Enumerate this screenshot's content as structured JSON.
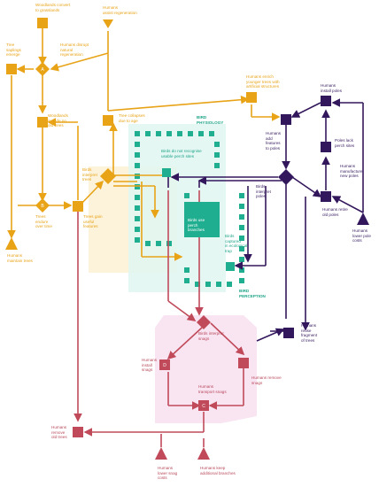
{
  "colors": {
    "orange": "#e8a317",
    "purple": "#33175c",
    "red": "#c04a5a",
    "teal": "#1fae8f",
    "pink_halo": "#f7dff0",
    "teal_halo": "#d6f4ee",
    "orange_halo": "#fbebc4"
  },
  "labels": {
    "woodlands_convert": "Woodlands convert\nto grasslands",
    "humans_assist_regen": "Humans\nassist regeneration",
    "tree_saplings_emerge": "Tree\nsaplings\nemerge",
    "humans_disrupt": "Humans disrupt\nnatural\nregeneration",
    "woodlands_include": "Woodlands\ninclude no\nold trees",
    "humans_enrich": "Humans enrich\nyounger trees with\nartificial structures",
    "humans_install_poles": "Humans\ninstall poles",
    "tree_collapses": "Tree collapses\ndue to age",
    "humans_add_features": "Humans\nadd\nfeatures\nto poles",
    "poles_lack_perch": "Poles lack\nperch sites",
    "birds_interpret_trees": "Birds\ninterpret\ntrees",
    "birds_do_not_recognise": "Birds do not recognise\nusable perch sites",
    "humans_manufacture": "Humans\nmanufacture\nnew poles",
    "birds_interpret_poles": "Birds\ninterpret\npoles",
    "trees_endure": "Trees\nendure\nover time",
    "trees_gain": "Trees gain\nuseful\nfeatures",
    "humans_retire_poles": "Humans retire\nold poles",
    "birds_use_perch": "Birds use\nperch\nbranches",
    "birds_captured": "Birds\ncaptured\nin ecological\ntrap",
    "humans_lower_pole_costs": "Humans\nlower pole\ncosts",
    "humans_maintain_trees": "Humans\nmaintain trees",
    "bird_physiology": "BIRD\nPHYSIOLOGY",
    "bird_perception": "BIRD\nPERCEPTION",
    "birds_interpret_snags": "Birds interpret\nsnags",
    "humans_reuse": "Humans\nreuse\nfragment\nof trees",
    "humans_install_snags": "Humans\ninstall\nsnags",
    "humans_remove_snags": "Humans remove\nsnags",
    "humans_transport_snags": "Humans\ntransport snags",
    "humans_remove_old_trees": "Humans\nremove\nold trees",
    "humans_lower_snag_costs": "Humans\nlower snag\ncosts",
    "humans_keep_branches": "Humans keep\nadditional branches",
    "node_a": "A",
    "node_b": "B",
    "node_c": "C",
    "node_d": "D"
  }
}
